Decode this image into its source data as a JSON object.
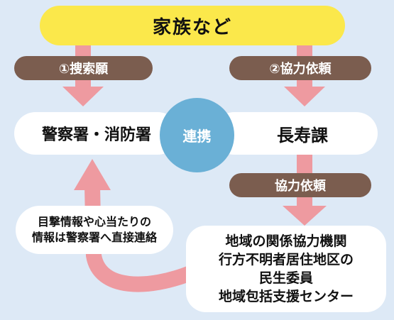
{
  "top": {
    "label": "家族など"
  },
  "labels": {
    "search_request": "①捜索願",
    "cooperation_request_1": "②協力依頼",
    "cooperation_request_2": "協力依頼"
  },
  "nodes": {
    "police": "警察署・消防署",
    "liaison": "連携",
    "longevity_section": "長寿課",
    "witness_lines": [
      "目撃情報や心当たりの",
      "情報は警察署へ直接連絡"
    ],
    "agencies_lines": [
      "地域の関係協力機関",
      "行方不明者居住地区の",
      "民生委員",
      "地域包括支援センター"
    ]
  },
  "colors": {
    "background": "#dde9f6",
    "top_box": "#fbe84b",
    "label_box": "#7b5d4f",
    "arrow": "#ee9aa0",
    "circle": "#6ab0d6"
  }
}
